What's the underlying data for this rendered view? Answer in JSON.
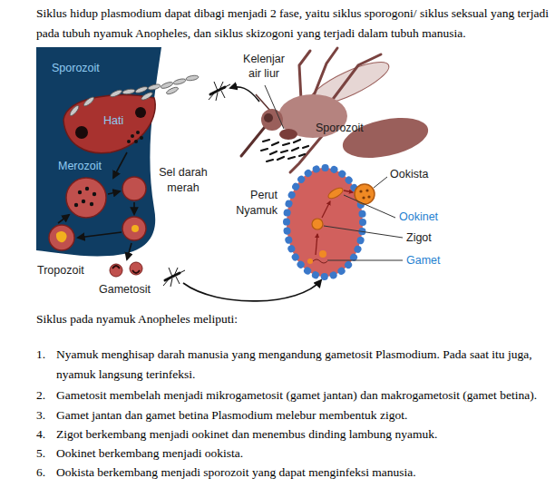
{
  "diagram": {
    "labels": [
      "Siklus hidup plasmodium dapat dibagi menjadi 2 fase, yaitu siklus sporogoni/ siklus seksual yang terjadi pada tubuh nyamuk Anopheles, dan siklus skizogoni yang terjadi dalam tubuh manusia.",
      "Sporozoit",
      "Kelenjar air liur",
      "Hati",
      "Sporozoit",
      "Merozoit",
      "Sel darah merah",
      "Ookista",
      "Perut Nyamuk",
      "Ookinet",
      "Zigot",
      "Gamet",
      "Tropozoit",
      "Gametosit",
      "Siklus pada nyamuk Anopheles meliputi:",
      "1.",
      "Nyamuk menghisap darah manusia yang mengandung gametosit Plasmodium. Pada saat itu juga, nyamuk langsung terinfeksi.",
      "2.",
      "Gametosit membelah menjadi mikrogametosit (gamet jantan) dan makrogametosit (gamet betina).",
      "3.",
      "Gamet jantan dan gamet betina Plasmodium melebur membentuk zigot.",
      "4.",
      "Zigot berkembang menjadi ookinet dan menembus dinding lambung nyamuk.",
      "5.",
      "Ookinet berkembang menjadi ookista.",
      "6.",
      "Ookista berkembang menjadi sporozoit yang dapat menginfeksi manusia."
    ]
  }
}
